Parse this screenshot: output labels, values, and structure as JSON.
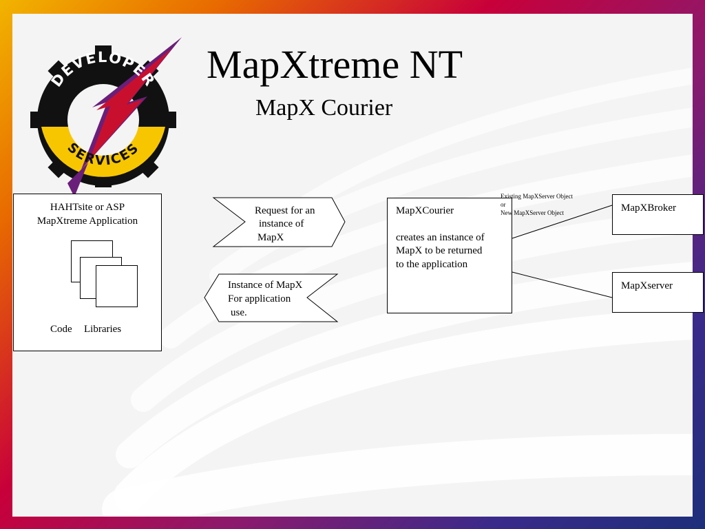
{
  "slide": {
    "title": "MapXtreme NT",
    "subtitle": "MapX Courier"
  },
  "logo": {
    "top_text": "DEVELOPER",
    "bottom_text": "SERVICES"
  },
  "app_box": {
    "line1": "HAHTsite or ASP",
    "line2": "MapXtreme Application",
    "code_label": "Code",
    "libraries_label": "Libraries"
  },
  "request_arrow": {
    "line1": "Request for an",
    "line2": "instance of",
    "line3": "MapX"
  },
  "response_arrow": {
    "line1": "Instance of MapX",
    "line2": "For application",
    "line3": "use."
  },
  "courier_box": {
    "title": "MapXCourier",
    "line1": "creates an instance of",
    "line2": "MapX to be returned",
    "line3": "to the application"
  },
  "connector_note": {
    "line1": "Existing MapXServer Object",
    "line2": "or",
    "line3": "New MapXServer Object"
  },
  "broker_box": {
    "label": "MapXBroker"
  },
  "server_box": {
    "label": "MapXserver"
  },
  "colors": {
    "gear_black": "#111111",
    "gear_yellow": "#f7c600",
    "bolt_red": "#c8102e",
    "bolt_purple": "#6a1f7a"
  }
}
